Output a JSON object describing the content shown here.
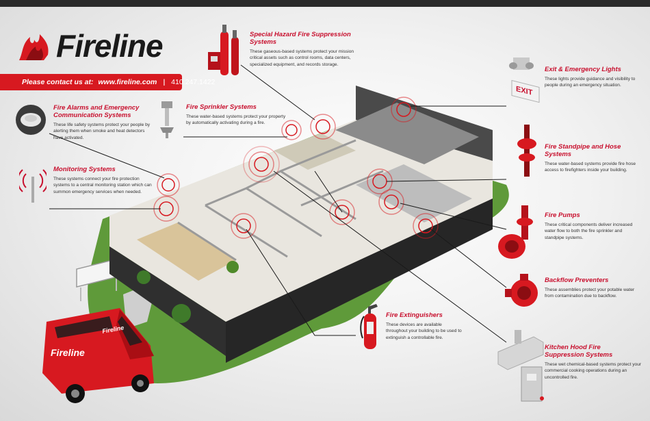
{
  "brand": {
    "name": "Fireline"
  },
  "contact": {
    "prefix": "Please contact us at:",
    "url": "www.fireline.com",
    "separator": "|",
    "phone": "410.247.1422"
  },
  "sections": {
    "special_hazard": {
      "title": "Special Hazard Fire Suppression Systems",
      "text": "These gaseous-based systems protect your mission critical assets such as control rooms, data centers, specialized equipment, and records storage."
    },
    "alarms": {
      "title": "Fire Alarms and Emergency\nCommunication Systems",
      "text": "These life safety systems protect your people by alerting them when smoke and heat detectors have activated."
    },
    "sprinkler": {
      "title": "Fire Sprinkler Systems",
      "text": "These water-based systems protect your property by automatically activating during a fire."
    },
    "monitoring": {
      "title": "Monitoring Systems",
      "text": "These systems connect your fire protection systems to a central monitoring station which can summon emergency services when needed."
    },
    "exit_lights": {
      "title": "Exit & Emergency Lights",
      "text": "These lights provide guidance and visibility to people during an emergency situation."
    },
    "standpipe": {
      "title": "Fire Standpipe and Hose Systems",
      "text": "These water-based systems provide fire hose access to firefighters inside your building."
    },
    "pumps": {
      "title": "Fire Pumps",
      "text": "These critical components deliver increased water flow to both the fire sprinkler and standpipe systems."
    },
    "backflow": {
      "title": "Backflow Preventers",
      "text": "These assemblies protect your potable water from contamination due to backflow."
    },
    "extinguishers": {
      "title": "Fire Extinguishers",
      "text": "These devices are available throughout your building to be used to extinguish a controllable fire."
    },
    "kitchen_hood": {
      "title": "Kitchen Hood Fire\nSuppression Systems",
      "text": "These wet chemical-based systems protect your commercial cooking operations during an uncontrolled fire."
    }
  },
  "illustration": {
    "exit_sign_text": "EXIT",
    "van_logo_text": "Fireline"
  },
  "icons": [
    "flame-logo-icon",
    "smoke-detector-icon",
    "sprinkler-head-icon",
    "antenna-icon",
    "gas-cylinder-icon",
    "exit-light-icon",
    "standpipe-valve-icon",
    "fire-pump-icon",
    "backflow-valve-icon",
    "fire-extinguisher-icon",
    "kitchen-hood-icon"
  ],
  "colors": {
    "brand_red": "#d71920",
    "title_red": "#c8102e",
    "building_dark": "#2f2f2f",
    "grass": "#5f9a3a"
  }
}
